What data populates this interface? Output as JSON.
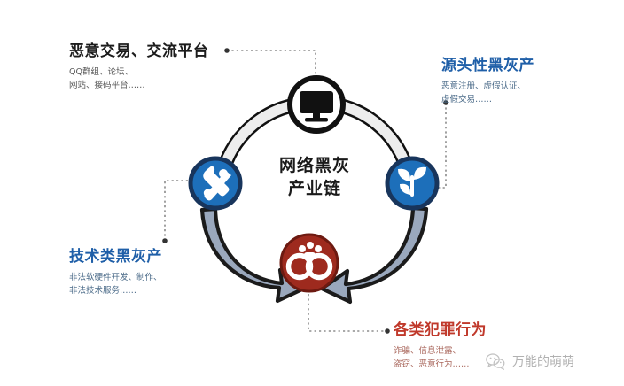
{
  "diagram": {
    "center": {
      "line1": "网络黑灰",
      "line2": "产业链"
    },
    "nodes": [
      {
        "id": "platform",
        "icon": "monitor-icon",
        "color": "#111111"
      },
      {
        "id": "tools",
        "icon": "hammer-wrench-icon",
        "color": "#1d6fba"
      },
      {
        "id": "sprout",
        "icon": "sprout-icon",
        "color": "#1d6fba"
      },
      {
        "id": "handcuffs",
        "icon": "handcuffs-icon",
        "color": "#9e2a1e"
      }
    ],
    "labels": [
      {
        "id": "malicious-platform",
        "title": "恶意交易、交流平台",
        "sub_line1": "QQ群组、论坛、",
        "sub_line2": "网站、接码平台……",
        "color": "#1c1c1c"
      },
      {
        "id": "source-industry",
        "title": "源头性黑灰产",
        "sub_line1": "恶意注册、虚假认证、",
        "sub_line2": "虚假交易……",
        "color": "#1f5fa8"
      },
      {
        "id": "technical-industry",
        "title": "技术类黑灰产",
        "sub_line1": "非法软硬件开发、制作、",
        "sub_line2": "非法技术服务……",
        "color": "#1f5fa8"
      },
      {
        "id": "criminal-acts",
        "title": "各类犯罪行为",
        "sub_line1": "诈骗、信息泄露、",
        "sub_line2": "盗窃、恶意行为……",
        "color": "#c0392b"
      }
    ],
    "ring_color": "#e8e8e8",
    "arrow_color": "#9aa8bd"
  },
  "watermark": {
    "text": "万能的萌萌",
    "icon": "wechat-icon"
  }
}
